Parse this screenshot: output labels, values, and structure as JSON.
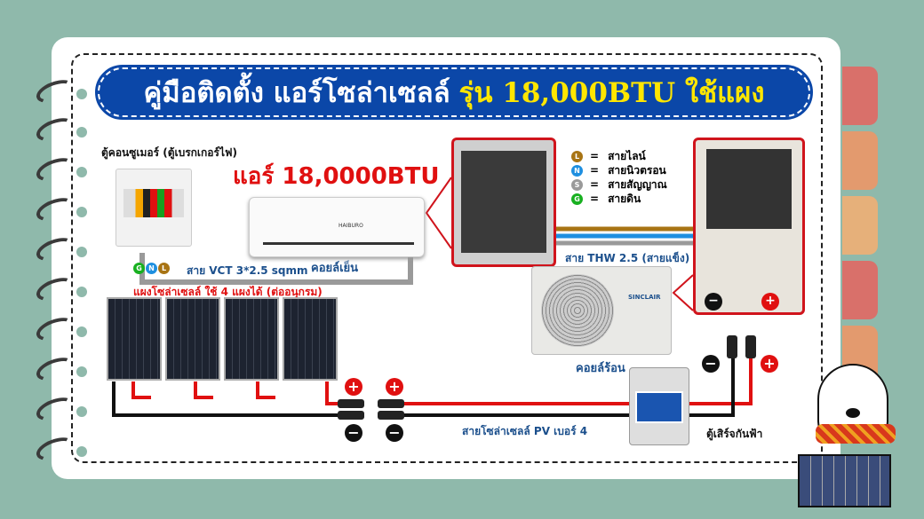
{
  "title": {
    "white": "คู่มือติดตั้ง แอร์โซล่าเซลล์",
    "yellow": "รุ่น 18,000BTU ใช้แผง"
  },
  "consumer_unit": {
    "label": "ตู้คอนซูเมอร์ (ตู้เบรกเกอร์ไฟ)",
    "wire_tags": [
      "G",
      "N",
      "L"
    ]
  },
  "aircon_heading": "แอร์ 18,0000BTU",
  "indoor_unit": {
    "label": "คอยล์เย็น",
    "brand": "HAIBURO"
  },
  "vct_cable": "สาย VCT 3*2.5 sqmm",
  "legend": [
    {
      "tag": "L",
      "color": "#a87414",
      "text": "สายไลน์"
    },
    {
      "tag": "N",
      "color": "#1e8fe0",
      "text": "สายนิวตรอน"
    },
    {
      "tag": "S",
      "color": "#9a9a9a",
      "text": "สายสัญญาณ"
    },
    {
      "tag": "G",
      "color": "#18b020",
      "text": "สายดิน"
    }
  ],
  "legend_eq": "=",
  "thw_cable": "สาย THW 2.5 (สายแข็ง)",
  "outdoor_unit": {
    "label": "คอยล์ร้อน",
    "brand": "SINCLAIR"
  },
  "panels": {
    "label": "แผงโซล่าเซลล์ ใช้ 4 แผงได้ (ต่ออนุกรม)",
    "count": 4
  },
  "pv_cable": "สายโซล่าเซลล์ PV เบอร์ 4",
  "surge_box": {
    "label": "ตู้เสิร์จกันฟ้า"
  },
  "signs": {
    "plus": "+",
    "minus": "−"
  },
  "colors": {
    "background": "#8fb9ab",
    "title_bg": "#0b47a8",
    "accent_red": "#e01010",
    "title_yellow": "#ffe600"
  }
}
